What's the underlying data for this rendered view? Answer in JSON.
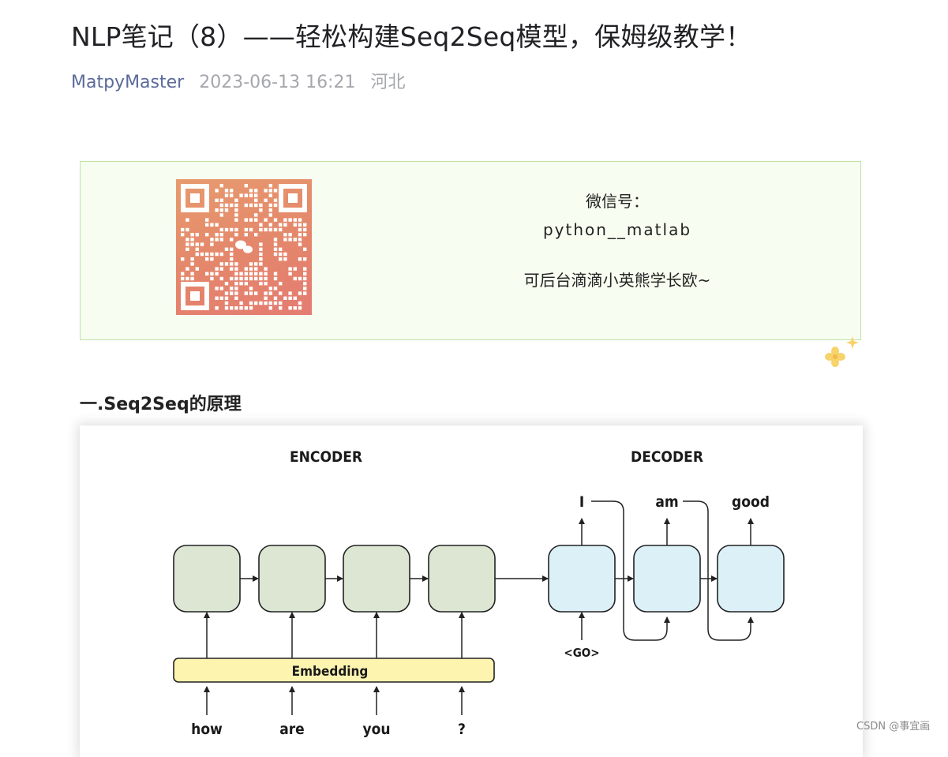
{
  "article": {
    "title": "NLP笔记（8）——轻松构建Seq2Seq模型，保姆级教学！",
    "author": "MatpyMaster",
    "datetime": "2023-06-13 16:21",
    "location": "河北"
  },
  "wechat_card": {
    "label": "微信号：",
    "account": "python__matlab",
    "note": "可后台滴滴小英熊学长欧~",
    "qr_icon": "qr-code-icon",
    "colors": {
      "background": "#f7fdf0",
      "border": "#bde3a4"
    }
  },
  "section": {
    "heading": "一.Seq2Seq的原理"
  },
  "diagram": {
    "encoder_label": "ENCODER",
    "decoder_label": "DECODER",
    "embedding_label": "Embedding",
    "inputs": [
      "how",
      "are",
      "you",
      "?"
    ],
    "go_token": "<GO>",
    "outputs": [
      "I",
      "am",
      "good"
    ],
    "colors": {
      "encoder_cell": "#dce6d3",
      "decoder_cell": "#dcf0f8",
      "embedding": "#fdf4b0"
    }
  },
  "watermark": "CSDN @事宜画"
}
